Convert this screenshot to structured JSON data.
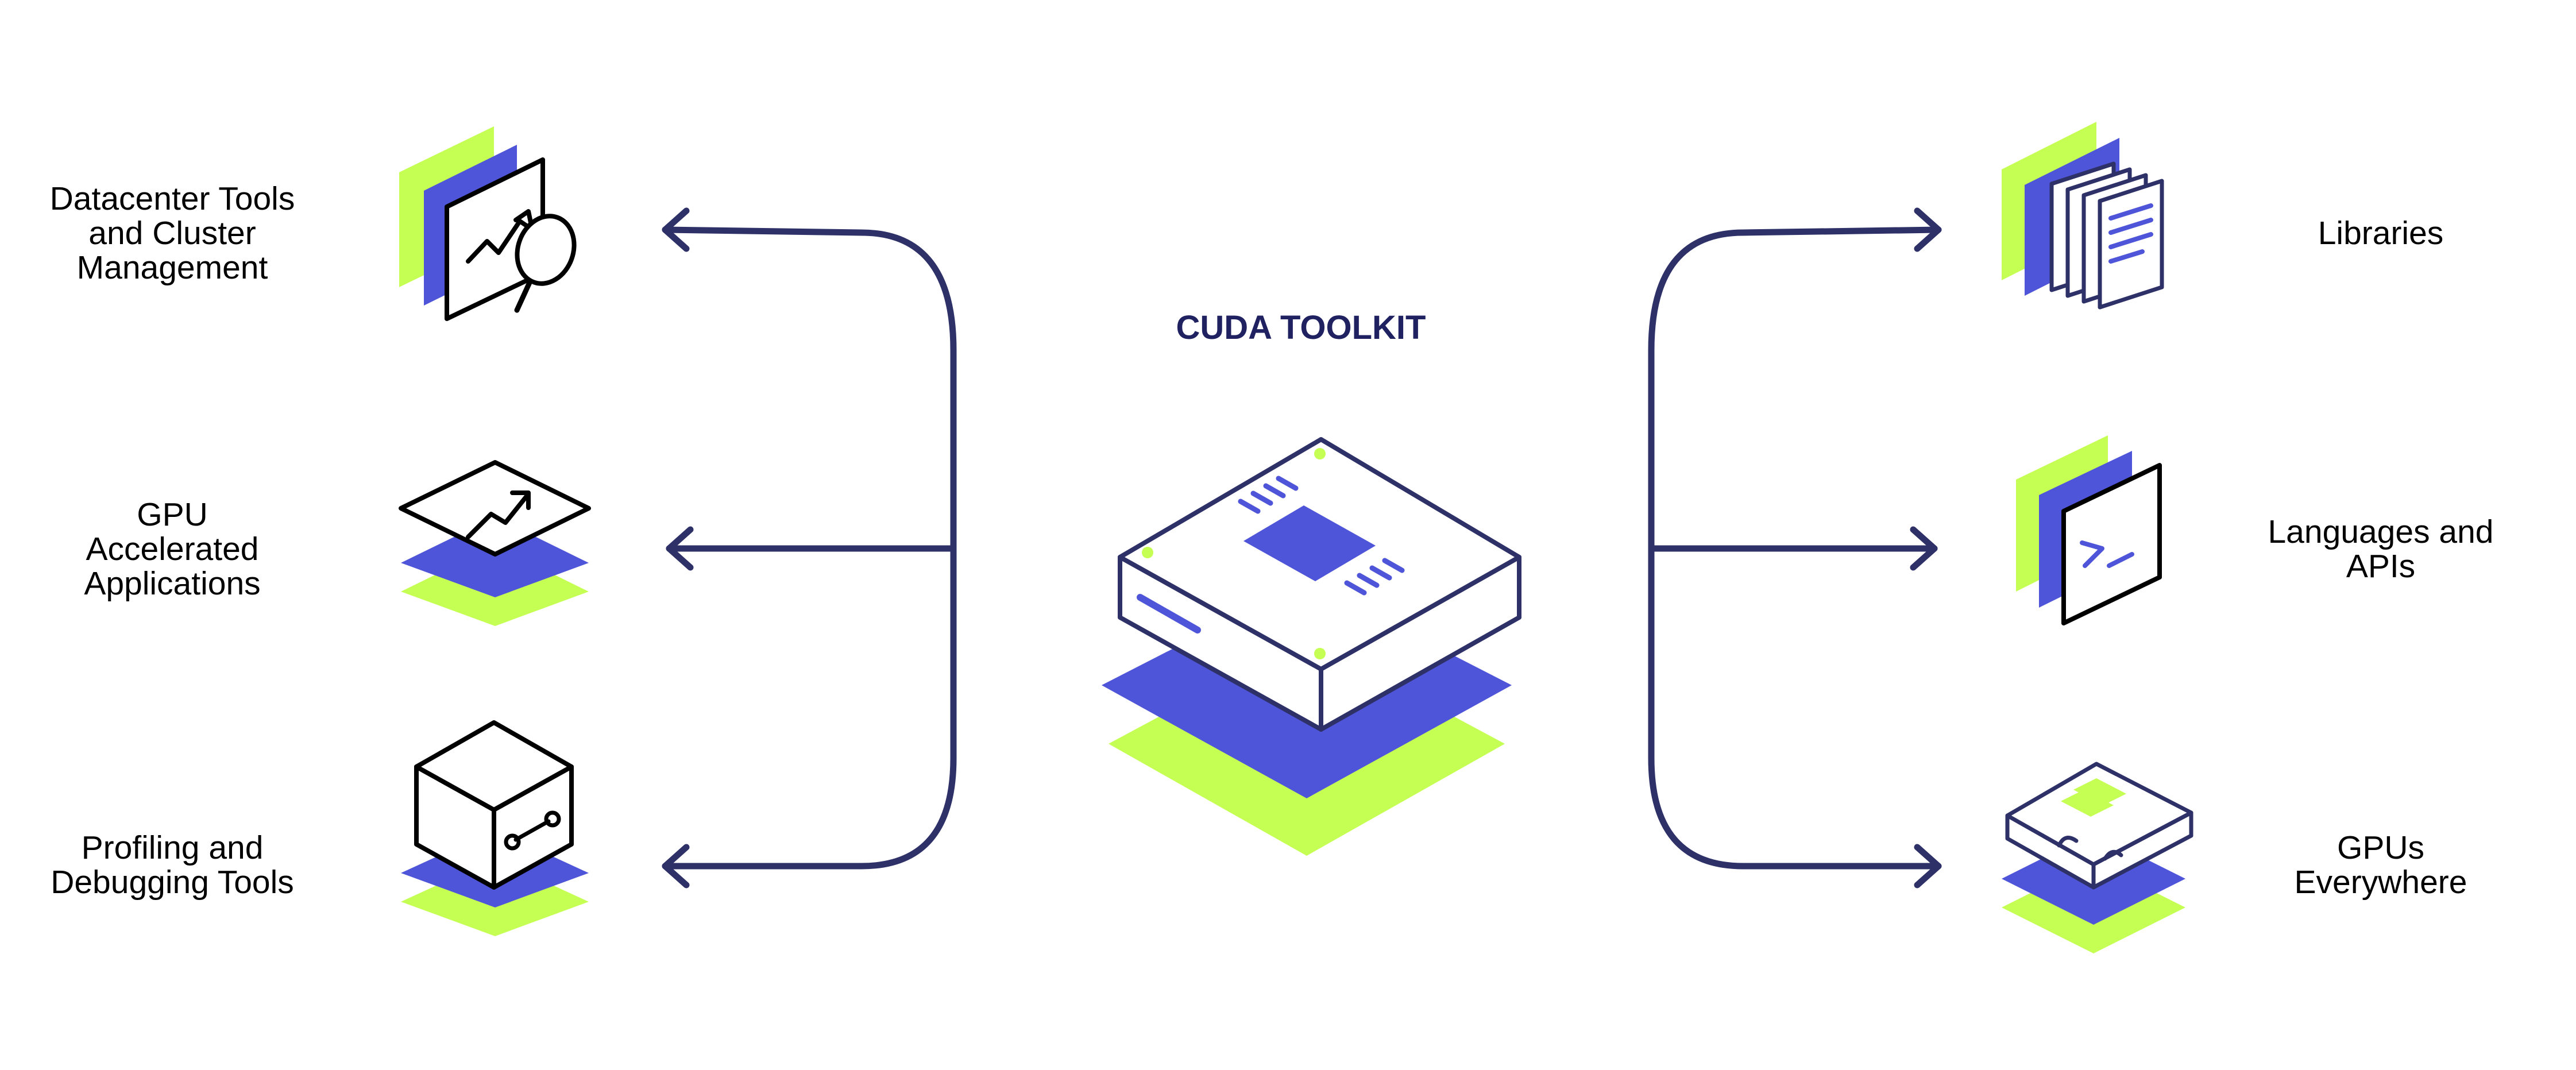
{
  "title": "CUDA TOOLKIT",
  "left_items": [
    {
      "lines": [
        "Datacenter Tools",
        "and Cluster",
        "Management"
      ],
      "icon": "datacenter-monitor-icon"
    },
    {
      "lines": [
        "GPU",
        "Accelerated",
        "Applications"
      ],
      "icon": "accelerated-chart-icon"
    },
    {
      "lines": [
        "Profiling and",
        "Debugging Tools"
      ],
      "icon": "debug-cube-icon"
    }
  ],
  "right_items": [
    {
      "lines": [
        "Libraries"
      ],
      "icon": "library-documents-icon"
    },
    {
      "lines": [
        "Languages and",
        "APIs"
      ],
      "icon": "terminal-prompt-icon"
    },
    {
      "lines": [
        "GPUs",
        "Everywhere"
      ],
      "icon": "gpu-board-icon"
    }
  ],
  "colors": {
    "navy": "#2e3068",
    "purple": "#4f55d8",
    "lime": "#c6ff54",
    "text": "#000000",
    "title": "#1f2160"
  }
}
